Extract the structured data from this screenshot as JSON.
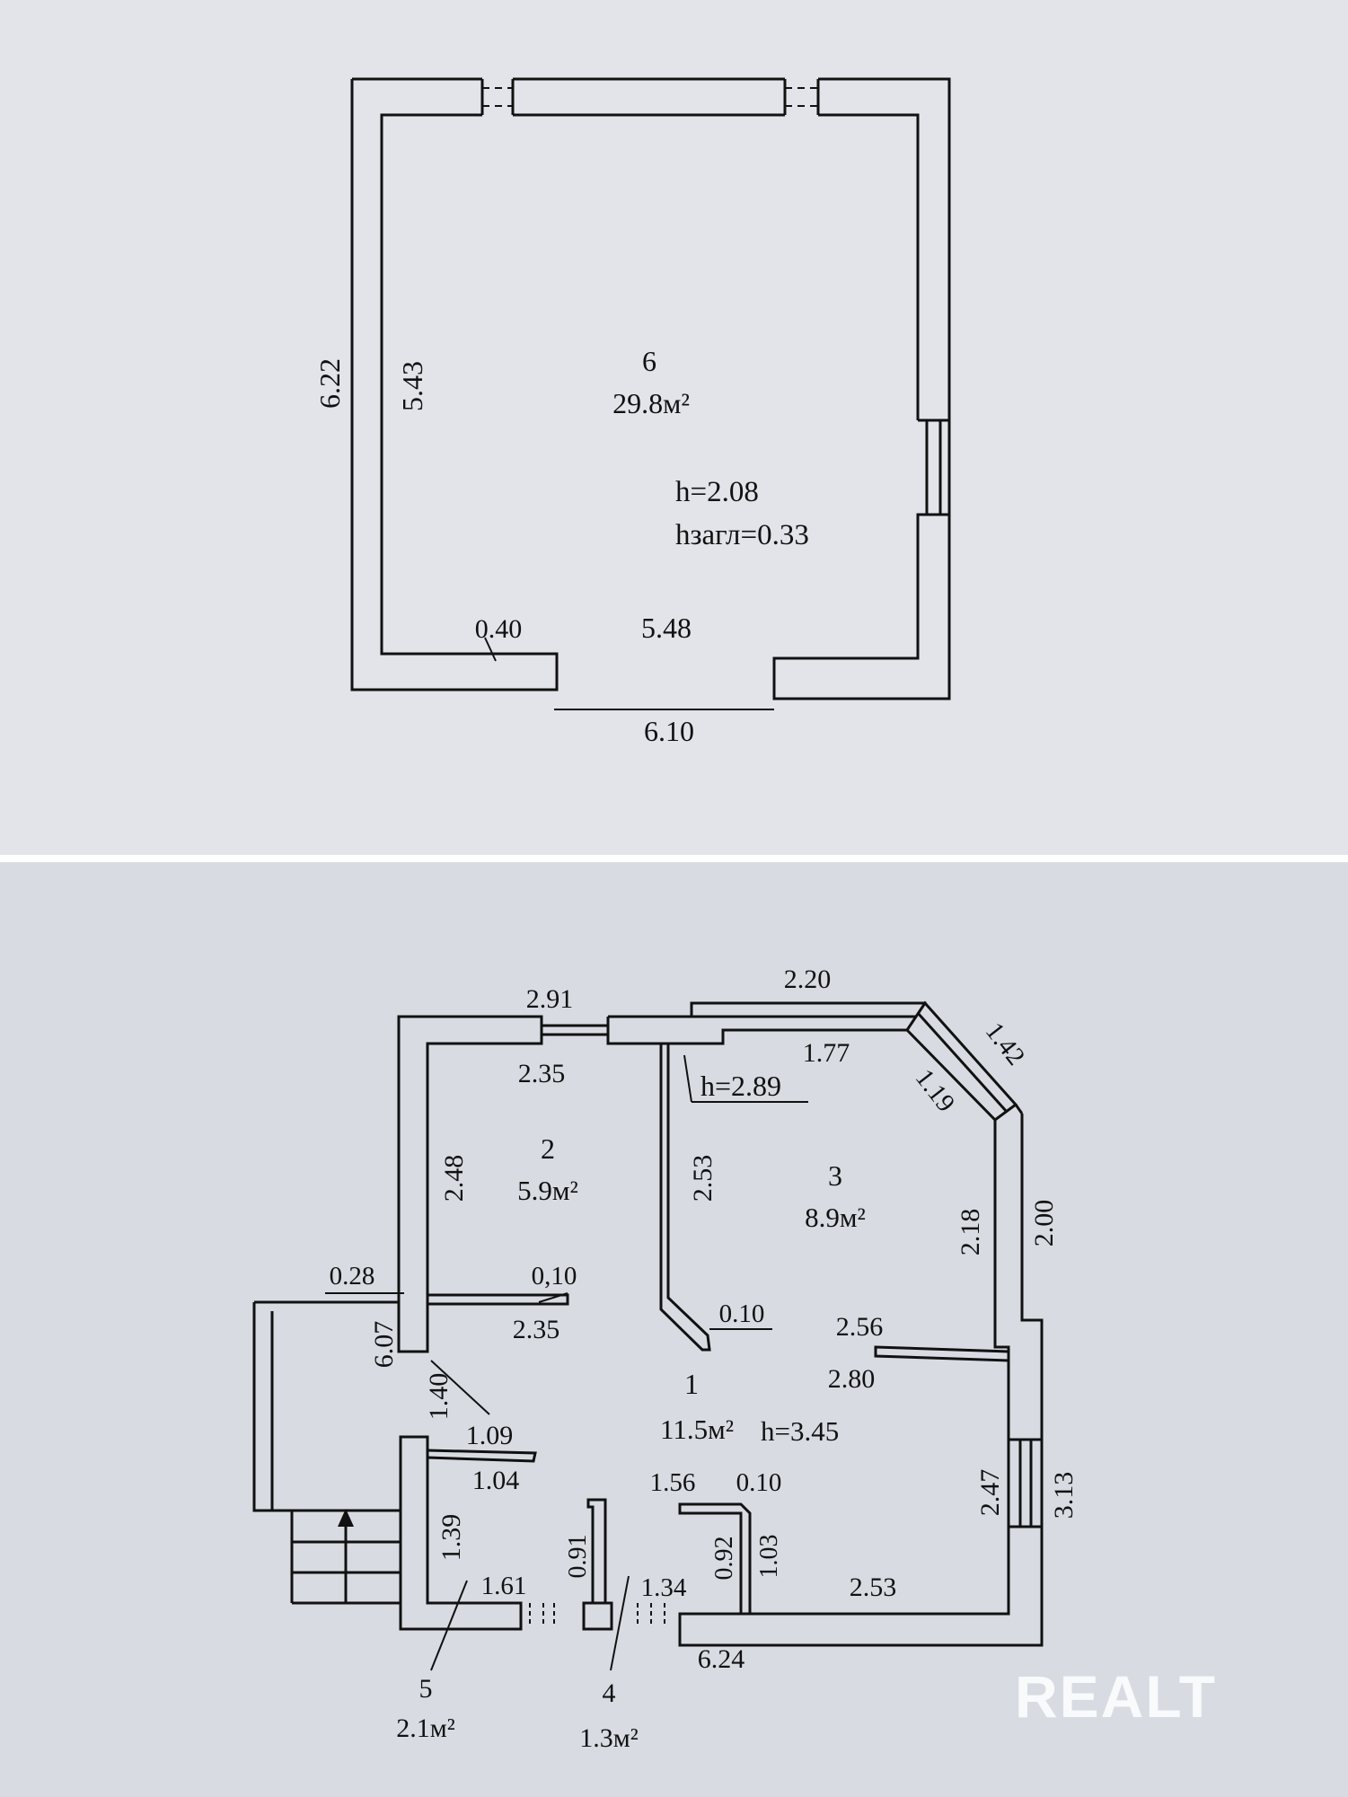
{
  "top_plan": {
    "room_number": "6",
    "room_area": "29.8м²",
    "height": "h=2.08",
    "basement_height": "hзагл=0.33",
    "dims": {
      "outer_left": "6.22",
      "inner_left": "5.43",
      "wall_thickness": "0.40",
      "inner_bottom": "5.48",
      "outer_bottom": "6.10"
    }
  },
  "bottom_plan": {
    "rooms": [
      {
        "number": "1",
        "area": "11.5м²",
        "height": "h=3.45"
      },
      {
        "number": "2",
        "area": "5.9м²"
      },
      {
        "number": "3",
        "area": "8.9м²",
        "height": "h=2.89"
      },
      {
        "number": "4",
        "area": "1.3м²"
      },
      {
        "number": "5",
        "area": "2.1м²"
      }
    ],
    "dims": {
      "d_2_91": "2.91",
      "d_2_20": "2.20",
      "d_1_42": "1.42",
      "d_2_35_top": "2.35",
      "d_1_77": "1.77",
      "d_1_19": "1.19",
      "d_2_48": "2.48",
      "d_2_53_v": "2.53",
      "d_2_18": "2.18",
      "d_2_00": "2.00",
      "d_0_28": "0.28",
      "d_0_10_a": "0,10",
      "d_2_35_mid": "2.35",
      "d_0_10_b": "0.10",
      "d_2_56": "2.56",
      "d_2_80": "2.80",
      "d_6_07": "6.07",
      "d_1_40": "1.40",
      "d_1_09": "1.09",
      "d_1_04": "1.04",
      "d_1_56": "1.56",
      "d_0_10_c": "0.10",
      "d_2_47": "2.47",
      "d_3_13": "3.13",
      "d_1_39": "1.39",
      "d_0_91": "0.91",
      "d_0_92": "0.92",
      "d_1_03": "1.03",
      "d_1_61": "1.61",
      "d_1_34": "1.34",
      "d_2_53_h": "2.53",
      "d_6_24": "6.24"
    }
  },
  "watermark": "REALT"
}
